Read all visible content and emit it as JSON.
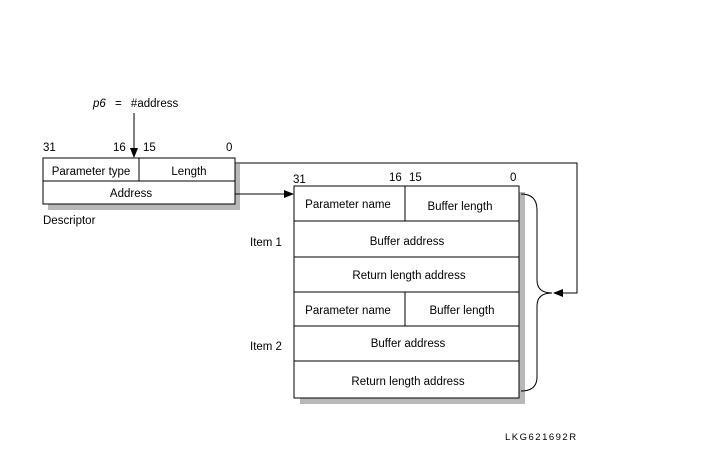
{
  "pointer_label": {
    "register": "p6",
    "operator": "=",
    "value": "#address"
  },
  "descriptor": {
    "bit_labels": [
      "31",
      "16",
      "15",
      "0"
    ],
    "field_parameter_type": "Parameter type",
    "field_length": "Length",
    "field_address": "Address",
    "caption": "Descriptor"
  },
  "item_list": {
    "bit_labels": [
      "31",
      "16",
      "15",
      "0"
    ],
    "items": [
      {
        "label": "Item 1",
        "parameter_name": "Parameter name",
        "buffer_length": "Buffer length",
        "buffer_address": "Buffer address",
        "return_length_address": "Return length address"
      },
      {
        "label": "Item 2",
        "parameter_name": "Parameter name",
        "buffer_length": "Buffer length",
        "buffer_address": "Buffer address",
        "return_length_address": "Return length address"
      }
    ]
  },
  "figure_id": "LKG621692R",
  "colors": {
    "line": "#000000",
    "shadow": "#b8b8b8",
    "fill": "#ffffff"
  }
}
